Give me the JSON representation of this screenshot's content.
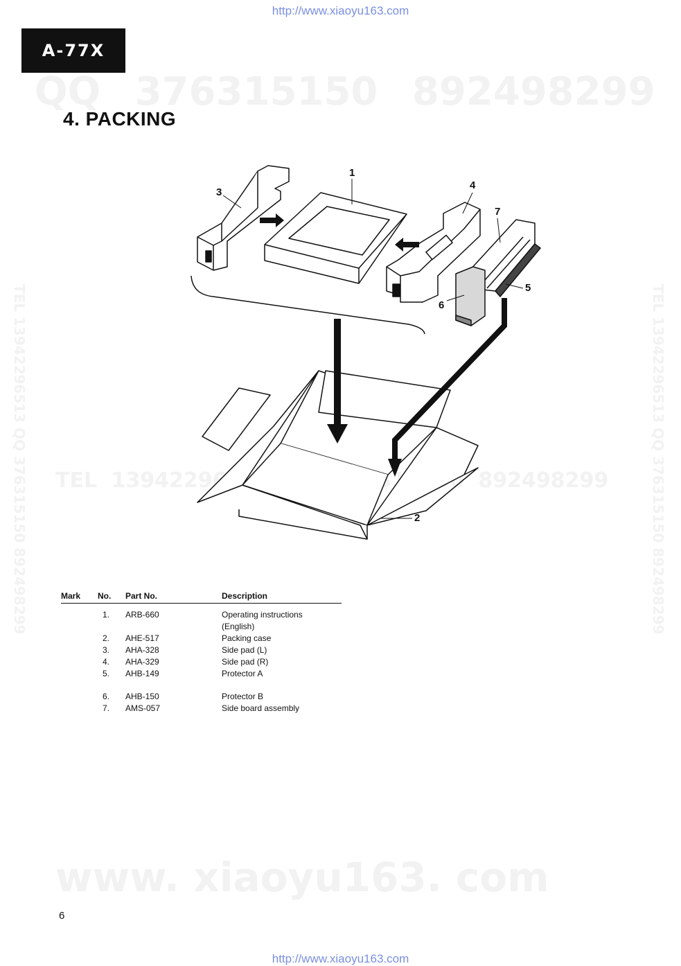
{
  "header": {
    "url_top": "http://www.xiaoyu163.com",
    "model": "A-77X"
  },
  "section_title": "4. PACKING",
  "watermarks": {
    "qq": "QQ 376315150   892498299",
    "middle": "TEL  13942296513      QQ 376315150  892498299",
    "side": "TEL 13942296513  QQ 376315150  892498299",
    "bottom": "www. xiaoyu163. com"
  },
  "diagram": {
    "callouts": [
      "1",
      "2",
      "3",
      "4",
      "5",
      "6",
      "7"
    ]
  },
  "parts_table": {
    "headers": {
      "mark": "Mark",
      "no": "No.",
      "part_no": "Part No.",
      "description": "Description"
    },
    "rows": [
      {
        "no": "1.",
        "part_no": "ARB-660",
        "description": "Operating instructions",
        "description_2": "(English)"
      },
      {
        "no": "2.",
        "part_no": "AHE-517",
        "description": "Packing case"
      },
      {
        "no": "3.",
        "part_no": "AHA-328",
        "description": "Side pad (L)"
      },
      {
        "no": "4.",
        "part_no": "AHA-329",
        "description": "Side pad (R)"
      },
      {
        "no": "5.",
        "part_no": "AHB-149",
        "description": "Protector A"
      },
      {
        "no": "6.",
        "part_no": "AHB-150",
        "description": "Protector B"
      },
      {
        "no": "7.",
        "part_no": "AMS-057",
        "description": "Side board assembly"
      }
    ]
  },
  "footer": {
    "page_number": "6",
    "url_bottom": "http://www.xiaoyu163.com"
  }
}
